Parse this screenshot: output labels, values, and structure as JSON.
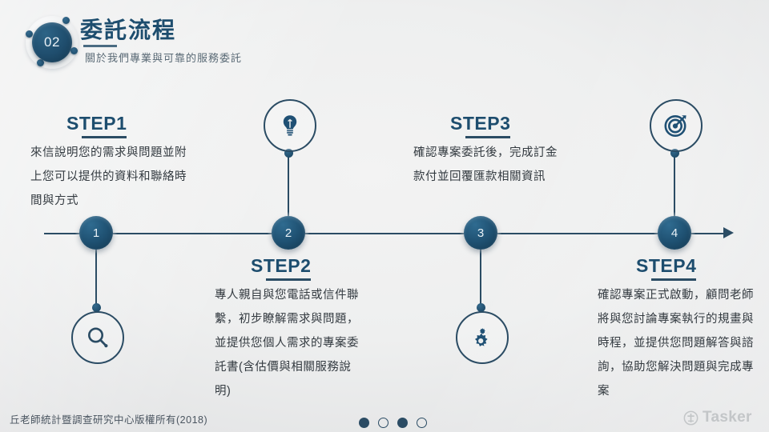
{
  "header": {
    "badge_number": "02",
    "title": "委託流程",
    "subtitle": "關於我們專業與可靠的服務委託"
  },
  "colors": {
    "accent_navy": "#1d4d6e",
    "line": "#2b4c64",
    "body_text": "#333a40",
    "background": "#eceded"
  },
  "timeline": {
    "nodes": [
      {
        "number": "1",
        "icon": "magnifier-icon"
      },
      {
        "number": "2",
        "icon": "lightbulb-icon"
      },
      {
        "number": "3",
        "icon": "gears-icon"
      },
      {
        "number": "4",
        "icon": "target-icon"
      }
    ]
  },
  "steps": [
    {
      "heading": "STEP1",
      "body": "來信說明您的需求與問題並附上您可以提供的資料和聯絡時間與方式",
      "position": "above",
      "icon": "magnifier-icon"
    },
    {
      "heading": "STEP2",
      "body": "專人親自與您電話或信件聯繫，初步瞭解需求與問題，並提供您個人需求的專案委託書(含估價與相關服務說明)",
      "position": "below",
      "icon": "lightbulb-icon"
    },
    {
      "heading": "STEP3",
      "body": "確認專案委託後，完成訂金款付並回覆匯款相關資訊",
      "position": "above",
      "icon": "gears-icon"
    },
    {
      "heading": "STEP4",
      "body": "確認專案正式啟動，顧問老師將與您討論專案執行的規畫與時程，並提供您問題解答與諮詢，協助您解決問題與完成專案",
      "position": "below",
      "icon": "target-icon"
    }
  ],
  "footer": {
    "copyright": "丘老師統計暨調查研究中心版權所有(2018)",
    "pagination": [
      "filled",
      "hollow",
      "filled",
      "hollow"
    ],
    "brand_name": "Tasker",
    "brand_icon": "tasker-logo-icon"
  }
}
